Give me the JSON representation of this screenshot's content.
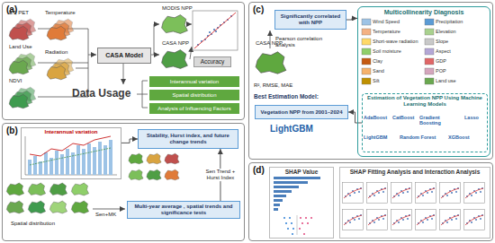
{
  "diagram": {
    "nodes": [
      {
        "text": [
          "(a)"
        ]
      },
      {
        "text": [
          "CASA Model"
        ],
        "in": 0
      },
      {
        "text": [
          "Accuracy"
        ],
        "in": 0
      },
      {
        "text": [
          "Interannual variation"
        ],
        "in": 0
      },
      {
        "text": [
          "Spatial distribution"
        ],
        "in": 0
      },
      {
        "text": [
          "Analysis of Influencing Factors"
        ],
        "in": 0
      },
      {
        "text": [
          "(b)"
        ]
      },
      {
        "text": [
          "Interannual variation"
        ],
        "in": 6
      },
      {
        "text": [
          "Stability, Hurst index, and future change trends"
        ],
        "in": 6
      },
      {
        "text": [
          "Multi-year average , spatial trends and significance tests"
        ],
        "in": 6
      },
      {
        "text": [
          "(c)"
        ]
      },
      {
        "text": [
          "Significantly correlated with NPP"
        ],
        "in": 10
      },
      {
        "text": [
          "Multicollinearity Diagnosis"
        ],
        "in": 10
      },
      {
        "text": [
          "Estimation of Vegetation NPP Using Machine Learning Models"
        ],
        "in": 12
      },
      {
        "text": [
          "Vegetation NPP from 2001–2024"
        ],
        "in": 10
      },
      {
        "text": [
          "(d)"
        ]
      },
      {
        "text": [
          "SHAP Value"
        ],
        "in": 15
      },
      {
        "text": [
          "SHAP Fitting Analysis and Interaction Analysis"
        ],
        "in": 15
      }
    ],
    "edges": [
      {
        "from": 7,
        "to": 8,
        "arrow": "to"
      },
      {
        "from": 9,
        "to": 8,
        "label": "Sen Trend + Hurst Index",
        "arrow": "to"
      },
      {
        "from": 11,
        "to": 12,
        "arrow": "to"
      },
      {
        "from": 13,
        "to": 14,
        "arrow": "to"
      }
    ],
    "labels": [
      "ET, PET",
      "Temperature",
      "Land Use",
      "NDVI",
      "Radiation",
      "MODIS NPP",
      "CASA NPP",
      "Data Usage",
      "Sen+MK",
      "Spatial distribution",
      "CASA NPP",
      "Pearson correlation analysis",
      "Wind Speed",
      "Precipitation",
      "Temperature",
      "Elevation",
      "Short-wave radiation",
      "Slope",
      "Soil moisture",
      "Aspect",
      "Clay",
      "GDP",
      "Sand",
      "POP",
      "Silt",
      "Land use",
      "AdaBoost",
      "CatBoost",
      "Gradient Boosting",
      "Lasso",
      "LightGBM",
      "Random Forest",
      "XGBoost",
      "R², RMSE, MAE",
      "Best Estimation Model:",
      "LightGBM"
    ]
  }
}
